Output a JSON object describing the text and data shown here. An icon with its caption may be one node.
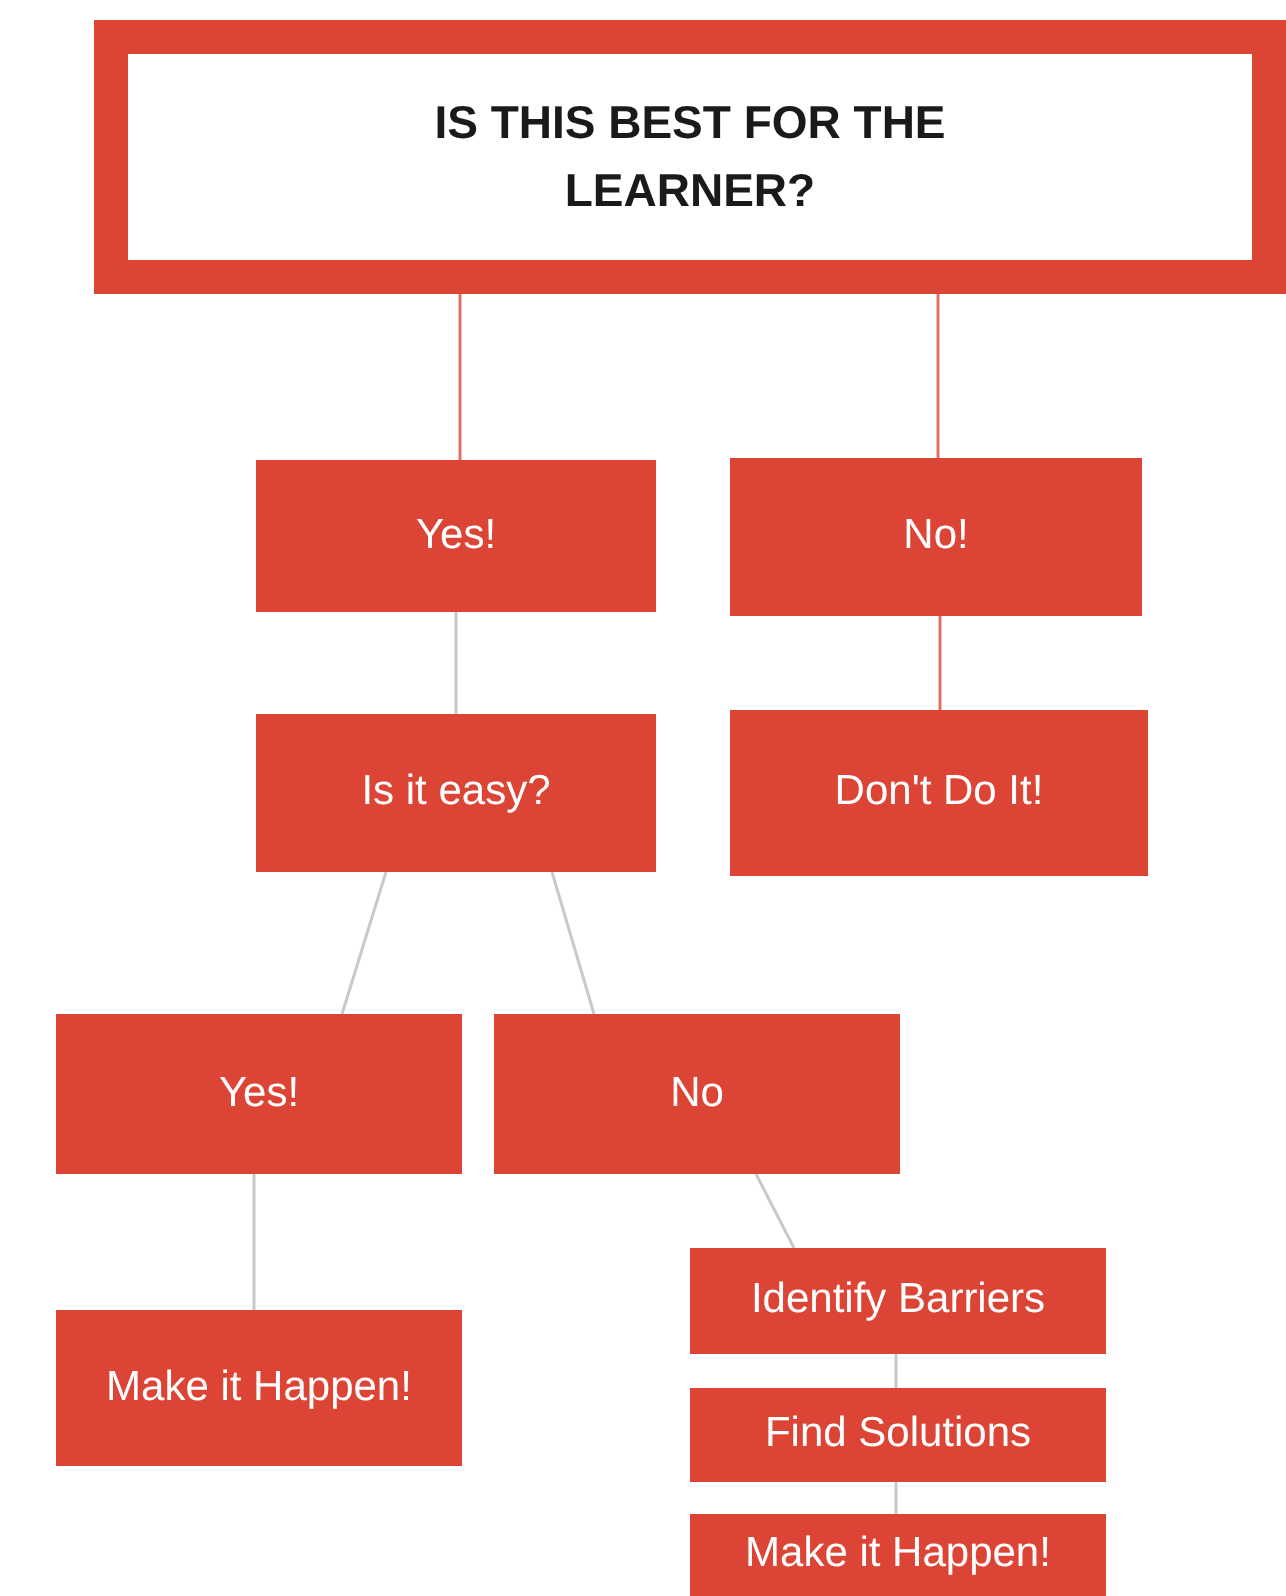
{
  "diagram": {
    "nodes": [
      {
        "text": [
          "IS THIS BEST FOR THE LEARNER?"
        ]
      },
      {
        "text": [
          "Yes!"
        ]
      },
      {
        "text": [
          "No!"
        ]
      },
      {
        "text": [
          "Is it easy?"
        ]
      },
      {
        "text": [
          "Don't Do It!"
        ]
      },
      {
        "text": [
          "Yes!"
        ]
      },
      {
        "text": [
          "No"
        ]
      },
      {
        "text": [
          "Make it Happen!"
        ]
      },
      {
        "text": [
          "Identify Barriers"
        ]
      },
      {
        "text": [
          "Find Solutions"
        ]
      },
      {
        "text": [
          "Make it Happen!"
        ]
      }
    ],
    "edges": [
      {
        "from": 0,
        "to": 1,
        "arrow": "none",
        "color": "#e0705f"
      },
      {
        "from": 0,
        "to": 2,
        "arrow": "none",
        "color": "#e0705f"
      },
      {
        "from": 1,
        "to": 3,
        "arrow": "none"
      },
      {
        "from": 2,
        "to": 4,
        "arrow": "none",
        "color": "#e0705f"
      },
      {
        "from": 3,
        "to": 5,
        "arrow": "none"
      },
      {
        "from": 3,
        "to": 6,
        "arrow": "none"
      },
      {
        "from": 5,
        "to": 7,
        "arrow": "none"
      },
      {
        "from": 6,
        "to": 8,
        "arrow": "none"
      },
      {
        "from": 8,
        "to": 9,
        "arrow": "none"
      },
      {
        "from": 9,
        "to": 10,
        "arrow": "none"
      }
    ]
  }
}
